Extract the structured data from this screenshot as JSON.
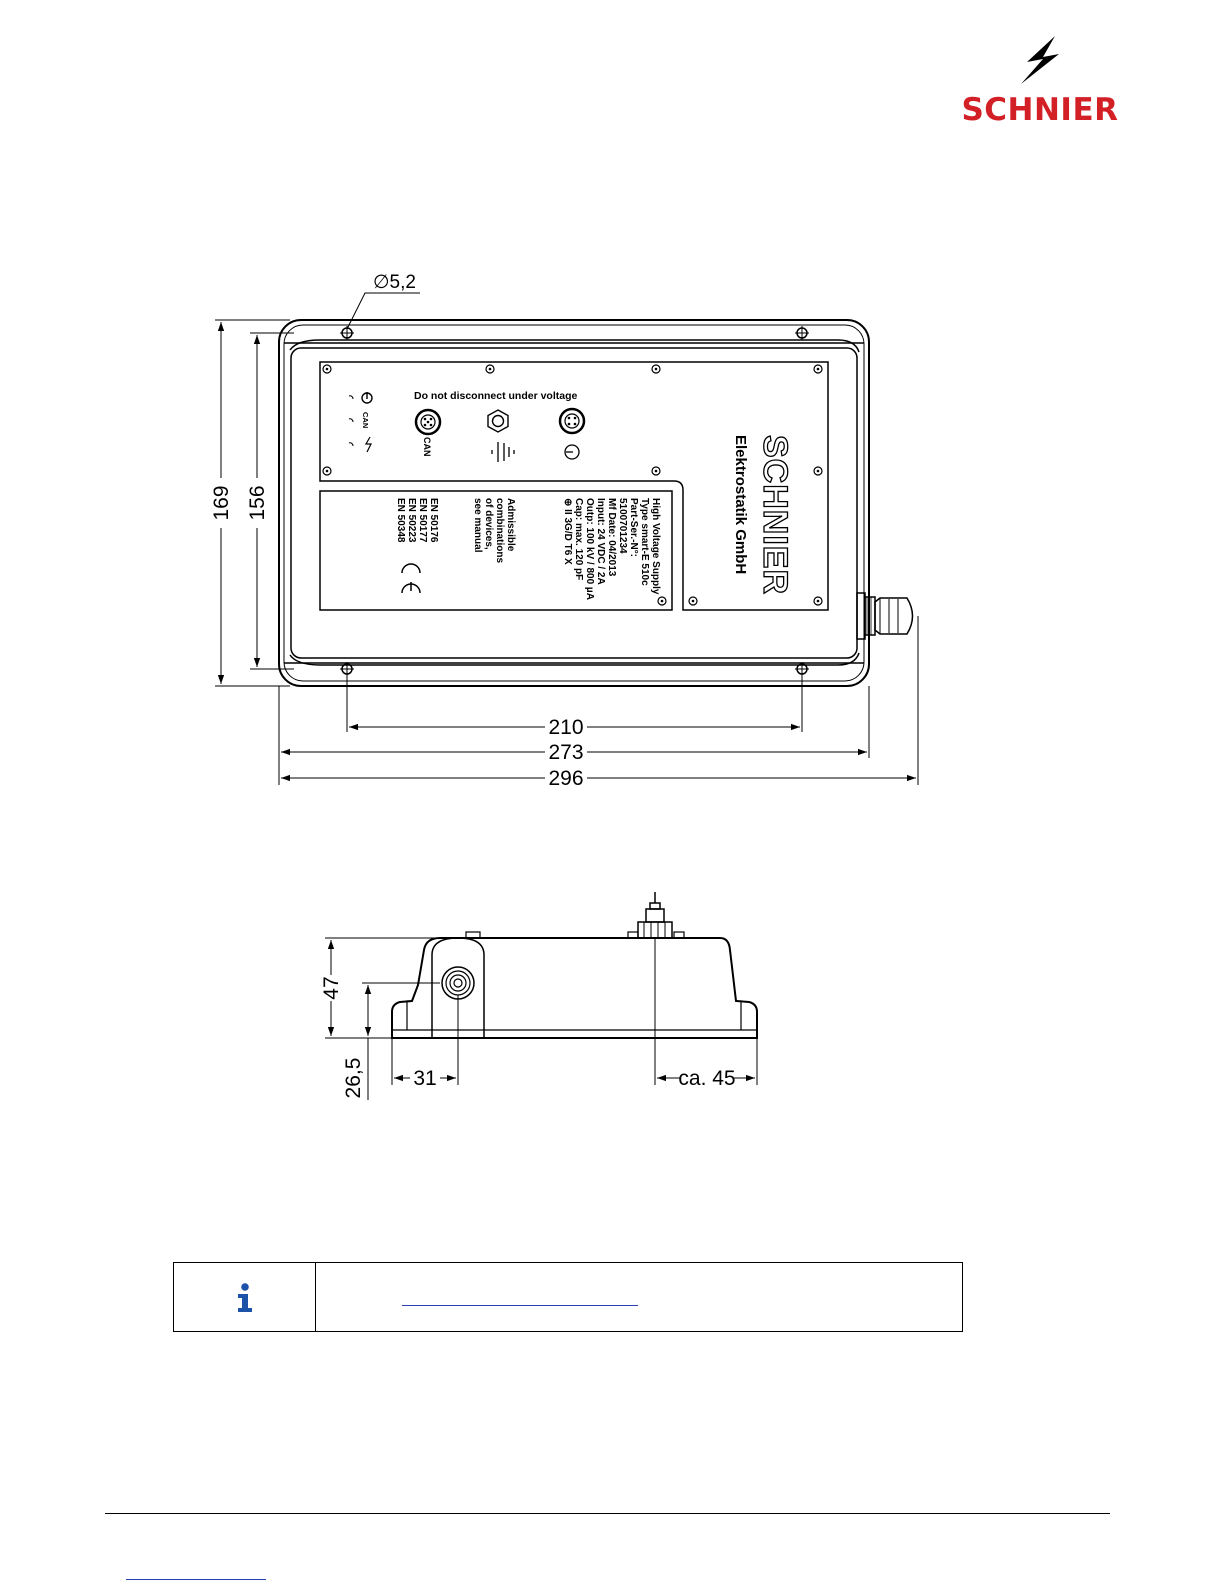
{
  "brand": {
    "name": "SCHNIER",
    "color": "#d32027"
  },
  "top_view": {
    "hole_label": "∅5,2",
    "dims": {
      "height_outer": "169",
      "height_inner": "156",
      "width_holes": "210",
      "width_body": "273",
      "width_total": "296"
    },
    "panel": {
      "heading": "Do not disconnect under voltage",
      "connector_can": "CAN",
      "led_can": "CAN",
      "maker_line1": "SCHNIER",
      "maker_line2": "Elektrostatik GmbH",
      "rating_lines": [
        "High Voltage Supply",
        "Type smart-E 510c",
        "Part-Ser.-N°:",
        "5100701234",
        "Mf Date: 04/2013",
        "Input: 24 VDC / 2A",
        "Outp: 100 kV / 800 µA",
        "Cap: max. 120 pF",
        "⊕ II 3G/D T6 X"
      ],
      "cert_lines": [
        "EN 50176",
        "EN 50177",
        "EN 50223",
        "EN 50348"
      ],
      "admissible_lines": [
        "Admissible",
        "combinations",
        "of devices,",
        "see manual"
      ]
    }
  },
  "side_view": {
    "dims": {
      "height": "47",
      "axis_height": "26,5",
      "left_offset": "31",
      "right_offset": "ca. 45"
    }
  },
  "info": {
    "icon": "info-icon",
    "icon_color": "#1c52a8"
  }
}
